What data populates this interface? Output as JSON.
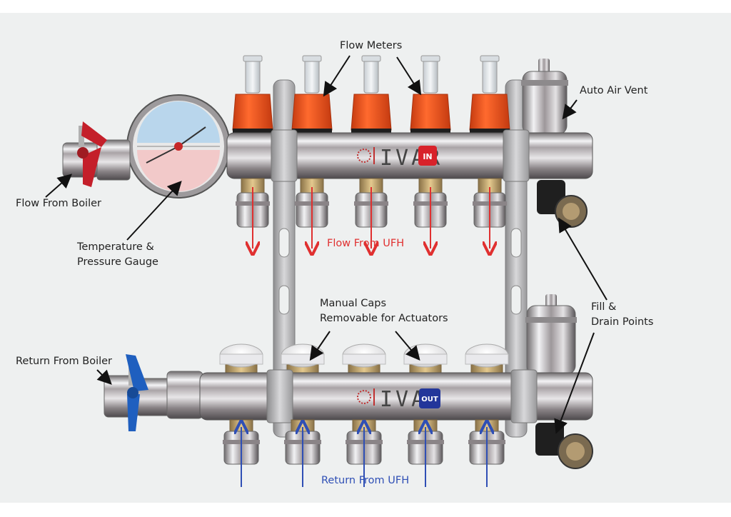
{
  "labels": {
    "flow_meters": "Flow Meters",
    "auto_air_vent": "Auto Air Vent",
    "flow_from_boiler": "Flow From Boiler",
    "temperature_line1": "Temperature &",
    "temperature_line2": "Pressure Gauge",
    "flow_from_ufh": "Flow From UFH",
    "manual_caps_line1": "Manual Caps",
    "manual_caps_line2": "Removable for Actuators",
    "fill_line1": "Fill &",
    "fill_line2": "Drain Points",
    "return_from_boiler": "Return From Boiler",
    "return_from_ufh": "Return From UFH"
  },
  "brand": {
    "name": "IVAR",
    "flow_badge": "IN",
    "return_badge": "OUT"
  },
  "colors": {
    "flow_arrow": "#e03030",
    "return_arrow": "#2f4fb5",
    "flow_handle": "#c41f2a",
    "return_handle": "#1f5fbf",
    "flow_meter_body": "#ff5a22",
    "flow_badge": "#d8222a",
    "return_badge": "#23369a",
    "annotation_line": "#111111"
  },
  "icons": {
    "flow_handle": "red-butterfly-valve-handle",
    "return_handle": "blue-butterfly-valve-handle",
    "brand_mark": "ivar-starburst-logo"
  }
}
